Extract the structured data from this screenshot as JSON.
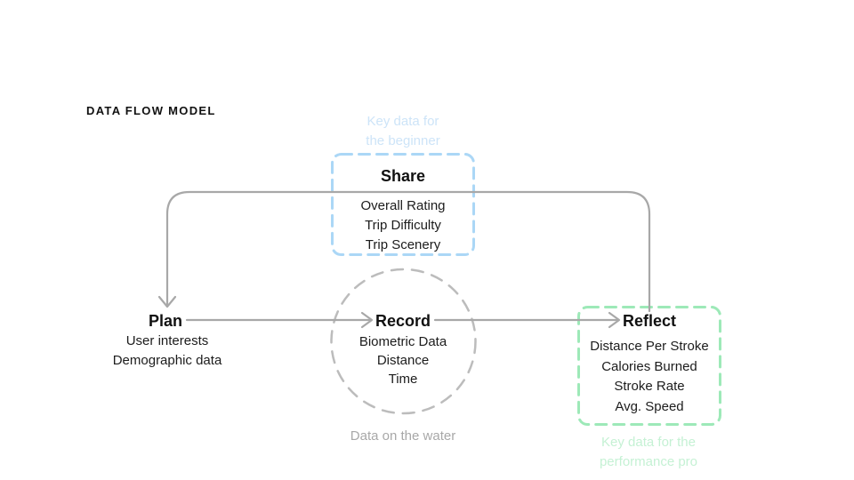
{
  "title": "DATA FLOW MODEL",
  "colors": {
    "background": "#ffffff",
    "text": "#111111",
    "connector_gray": "#a8a8a8",
    "circle_gray": "#bcbcbc",
    "blue_border": "#abd7f6",
    "blue_caption": "#cde4f8",
    "green_border": "#9de9b8",
    "green_caption": "#c5f1d4",
    "caption_gray": "#a8a8a8"
  },
  "nodes": {
    "plan": {
      "label": "Plan",
      "items": [
        "User interests",
        "Demographic data"
      ]
    },
    "record": {
      "label": "Record",
      "items": [
        "Biometric Data",
        "Distance",
        "Time"
      ],
      "caption": "Data on the water"
    },
    "share": {
      "label": "Share",
      "items": [
        "Overall Rating",
        "Trip Difficulty",
        "Trip Scenery"
      ],
      "caption_lines": [
        "Key data for",
        "the beginner"
      ]
    },
    "reflect": {
      "label": "Reflect",
      "items": [
        "Distance Per Stroke",
        "Calories Burned",
        "Stroke Rate",
        "Avg. Speed"
      ],
      "caption_lines": [
        "Key data for the",
        "performance pro"
      ]
    }
  }
}
